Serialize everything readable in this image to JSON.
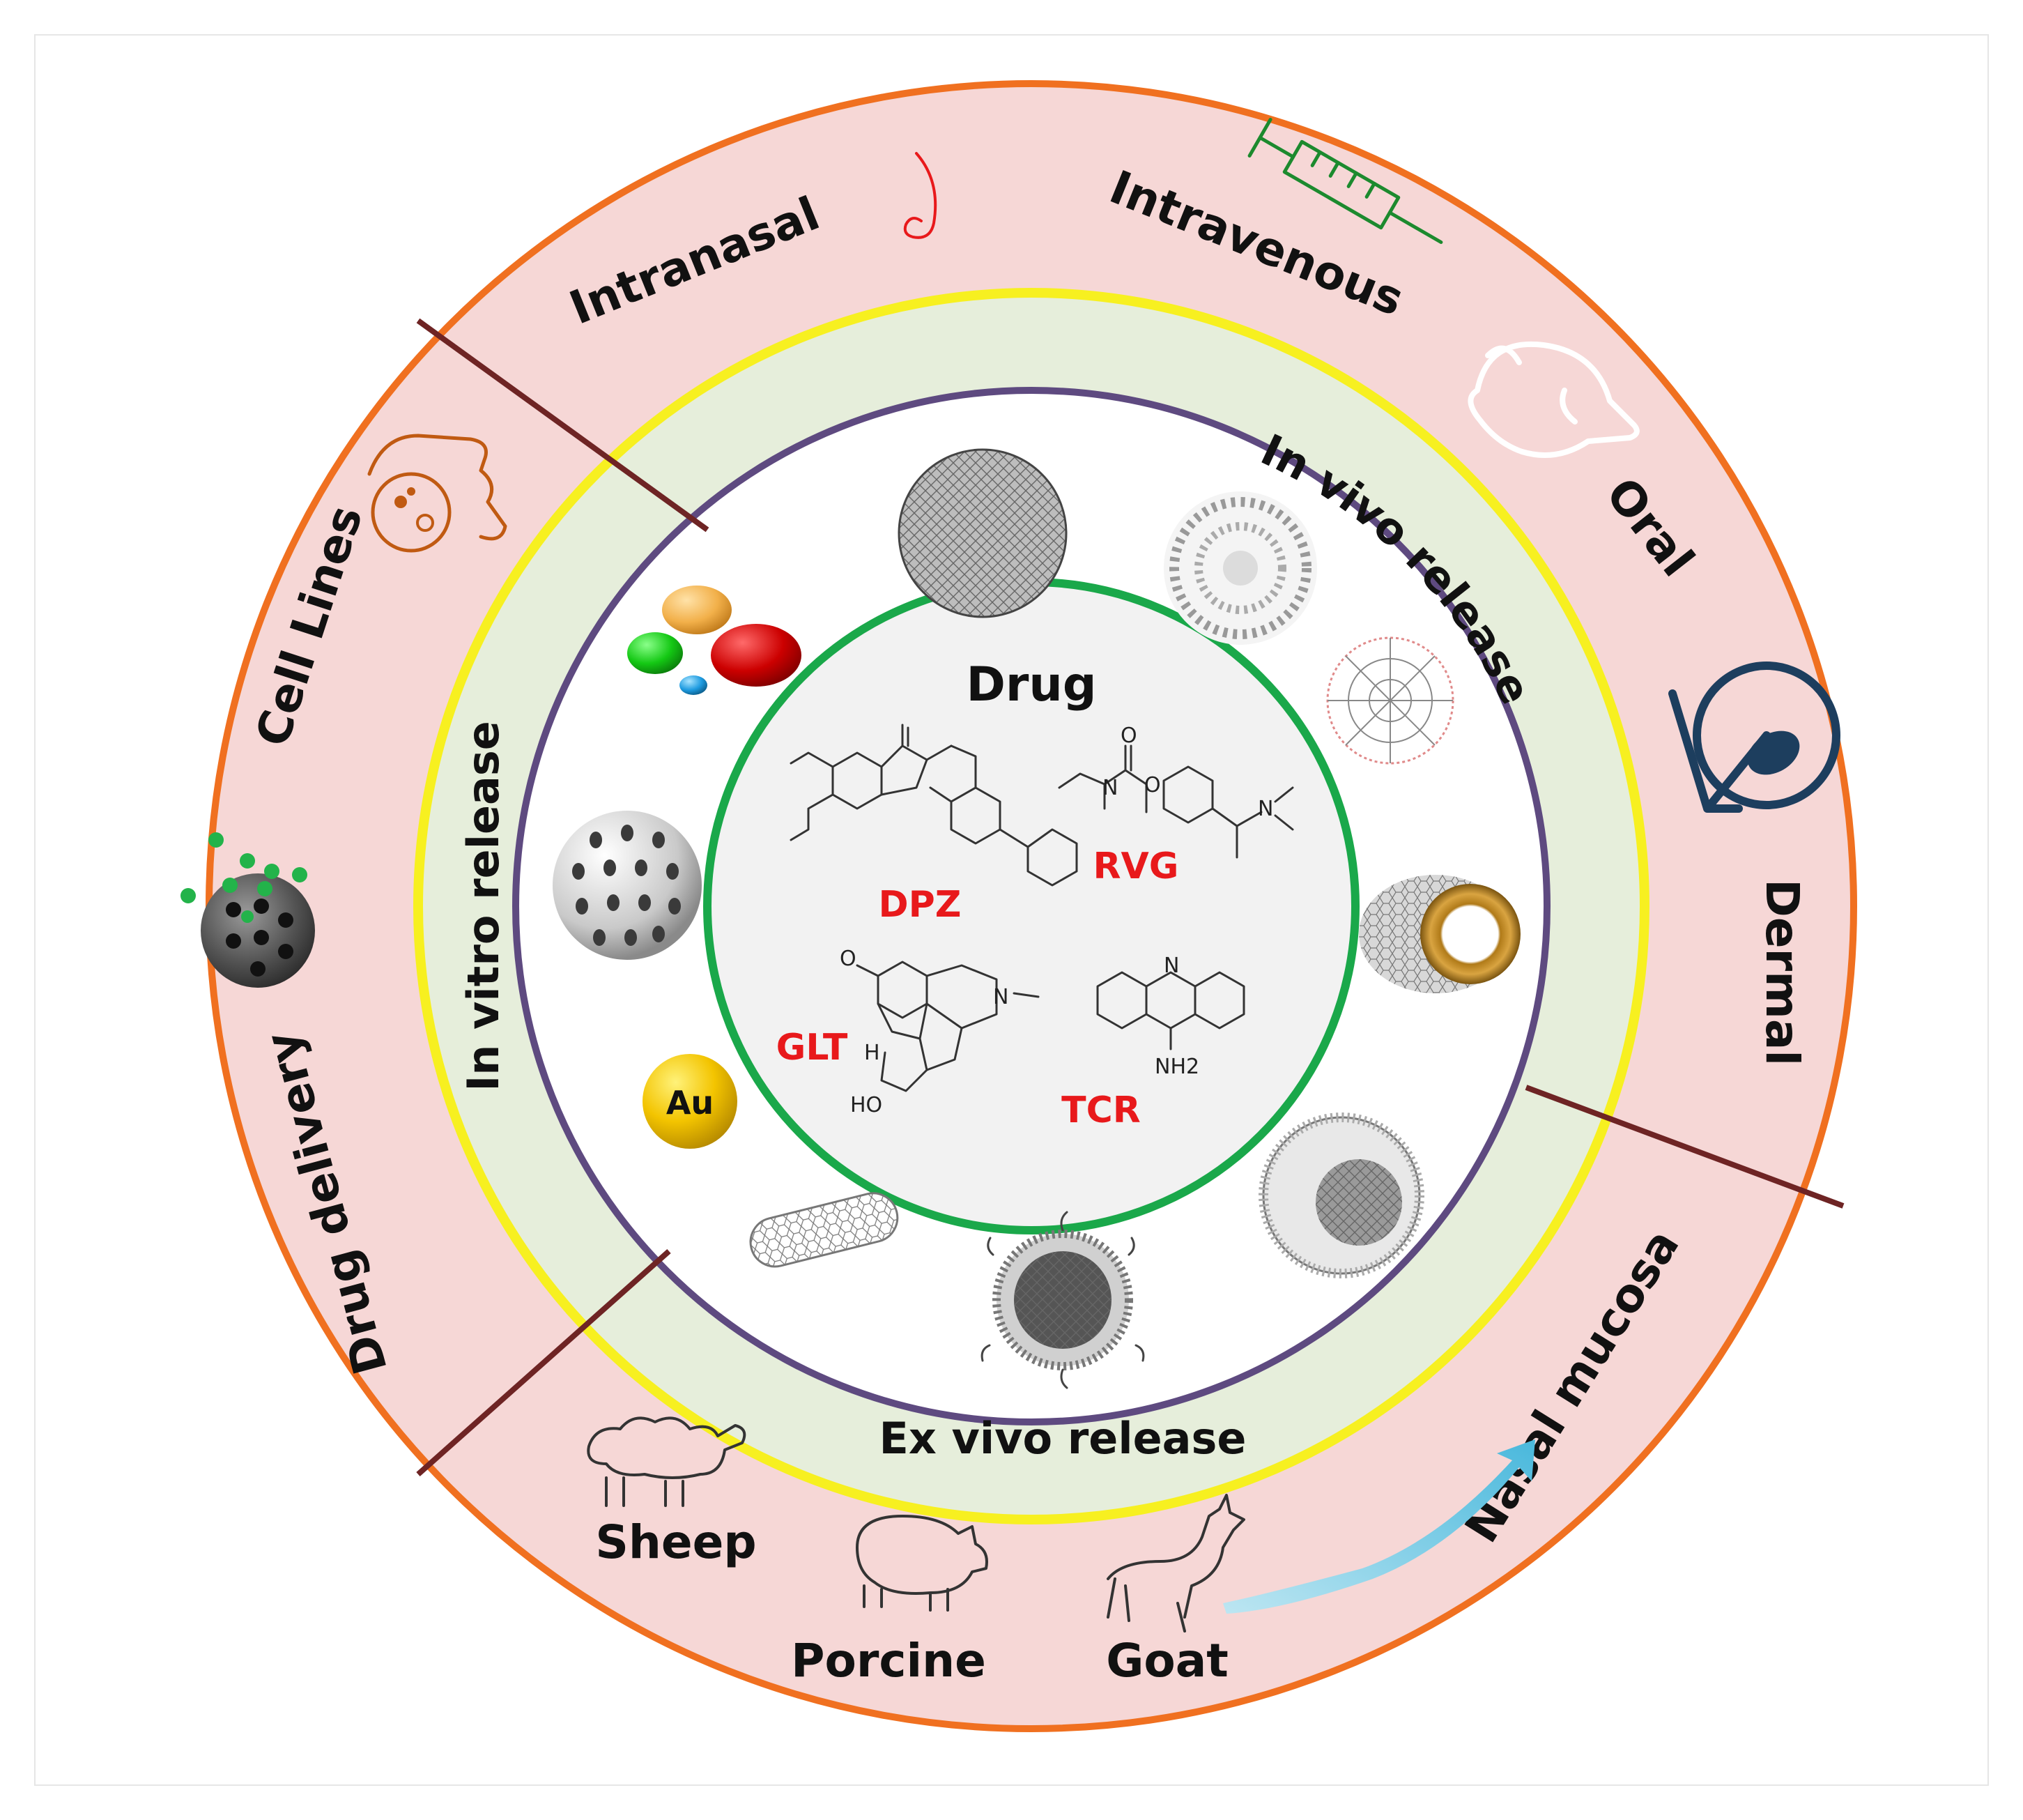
{
  "center": {
    "title": "Drug",
    "drugs": [
      "DPZ",
      "RVG",
      "GLT",
      "TCR"
    ]
  },
  "release_ring": {
    "in_vivo": "In vivo release",
    "in_vitro": "In vitro release",
    "ex_vivo": "Ex vivo release"
  },
  "outer_ring": {
    "in_vivo_routes": [
      "Intranasal",
      "Intravenous",
      "Oral",
      "Dermal"
    ],
    "in_vitro_models": [
      "Cell Lines",
      "Drug delivery"
    ],
    "ex_vivo_tissue": "Nasal mucosa",
    "ex_vivo_animals": [
      "Sheep",
      "Porcine",
      "Goat"
    ]
  },
  "nanocarrier_label": "Au",
  "icons": {
    "intranasal": "nose-icon",
    "intravenous": "syringe-icon",
    "oral": "rat-icon",
    "dermal": "mouse-wheel-icon",
    "cell_lines": "cell-culture-hand-icon",
    "drug_delivery": "porous-particle-icon",
    "sheep": "sheep-icon",
    "porcine": "pig-icon",
    "goat": "goat-icon",
    "flow": "curved-arrow-icon"
  },
  "colors": {
    "outer_border": "#f07020",
    "outer_fill": "#f6d7d6",
    "yellow_ring": "#f7f020",
    "green_band": "#e6eedb",
    "purple_ring": "#5e4a80",
    "green_ring": "#1aa84a",
    "core_fill": "#f2f2f2",
    "divider": "#6e2424",
    "drug_text": "#e8191b"
  }
}
